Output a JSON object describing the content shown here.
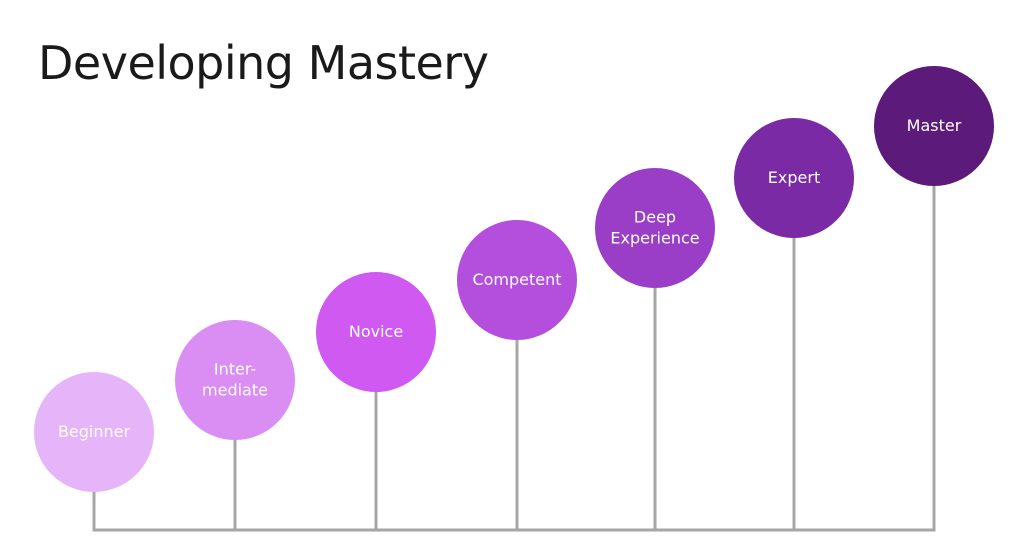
{
  "title": "Developing Mastery",
  "colors": {
    "stem": "#a6a6a6",
    "stage_fills": [
      "#e6b4f8",
      "#da8ef4",
      "#cf59f1",
      "#b44fdd",
      "#9a3ec8",
      "#792aa4",
      "#5c1b7b"
    ]
  },
  "stages": [
    {
      "lines": [
        "Beginner"
      ]
    },
    {
      "lines": [
        "Inter-",
        "mediate"
      ]
    },
    {
      "lines": [
        "Novice"
      ]
    },
    {
      "lines": [
        "Competent"
      ]
    },
    {
      "lines": [
        "Deep",
        "Experience"
      ]
    },
    {
      "lines": [
        "Expert"
      ]
    },
    {
      "lines": [
        "Master"
      ]
    }
  ]
}
